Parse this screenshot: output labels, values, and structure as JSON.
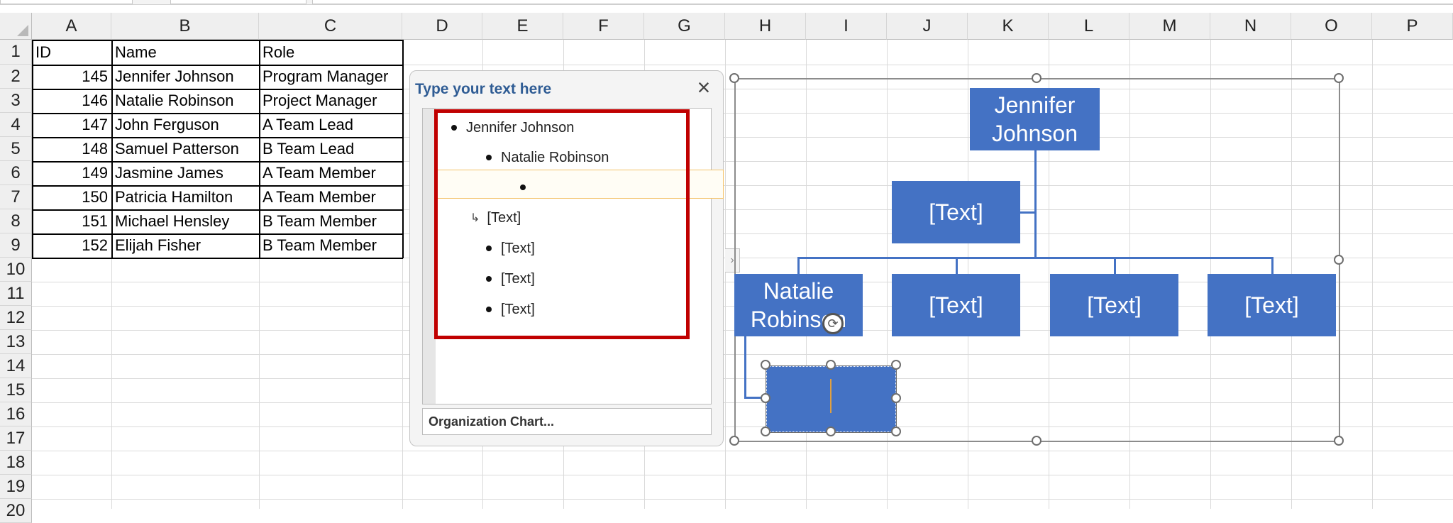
{
  "columns": [
    "A",
    "B",
    "C",
    "D",
    "E",
    "F",
    "G",
    "H",
    "I",
    "J",
    "K",
    "L",
    "M",
    "N",
    "O",
    "P"
  ],
  "rows": [
    "1",
    "2",
    "3",
    "4",
    "5",
    "6",
    "7",
    "8",
    "9",
    "10",
    "11",
    "12",
    "13",
    "14",
    "15",
    "16",
    "17",
    "18",
    "19",
    "20"
  ],
  "table": {
    "headers": [
      "ID",
      "Name",
      "Role"
    ],
    "rows": [
      [
        "145",
        "Jennifer Johnson",
        "Program Manager"
      ],
      [
        "146",
        "Natalie Robinson",
        "Project Manager"
      ],
      [
        "147",
        "John Ferguson",
        "A Team Lead"
      ],
      [
        "148",
        "Samuel Patterson",
        "B Team Lead"
      ],
      [
        "149",
        "Jasmine James",
        "A Team Member"
      ],
      [
        "150",
        "Patricia Hamilton",
        "A Team Member"
      ],
      [
        "151",
        "Michael Hensley",
        "B Team Member"
      ],
      [
        "152",
        "Elijah Fisher",
        "B Team Member"
      ]
    ]
  },
  "text_pane": {
    "title": "Type your text here",
    "items": [
      {
        "text": "Jennifer Johnson",
        "level": 1,
        "marker": "bullet"
      },
      {
        "text": "Natalie Robinson",
        "level": 2,
        "marker": "bullet"
      },
      {
        "text": "",
        "level": 3,
        "marker": "bullet"
      },
      {
        "text": "[Text]",
        "level": 2,
        "marker": "assistant-arrow"
      },
      {
        "text": "[Text]",
        "level": 2,
        "marker": "bullet"
      },
      {
        "text": "[Text]",
        "level": 2,
        "marker": "bullet"
      },
      {
        "text": "[Text]",
        "level": 2,
        "marker": "bullet"
      }
    ],
    "footer": "Organization Chart..."
  },
  "org_chart": {
    "top": "Jennifer Johnson",
    "assistant": "[Text]",
    "level2": [
      "Natalie Robinson",
      "[Text]",
      "[Text]",
      "[Text]"
    ],
    "new_node": ""
  },
  "colors": {
    "node_fill": "#4472c4",
    "highlight_border": "#c00000",
    "pane_title": "#2f5c94"
  }
}
